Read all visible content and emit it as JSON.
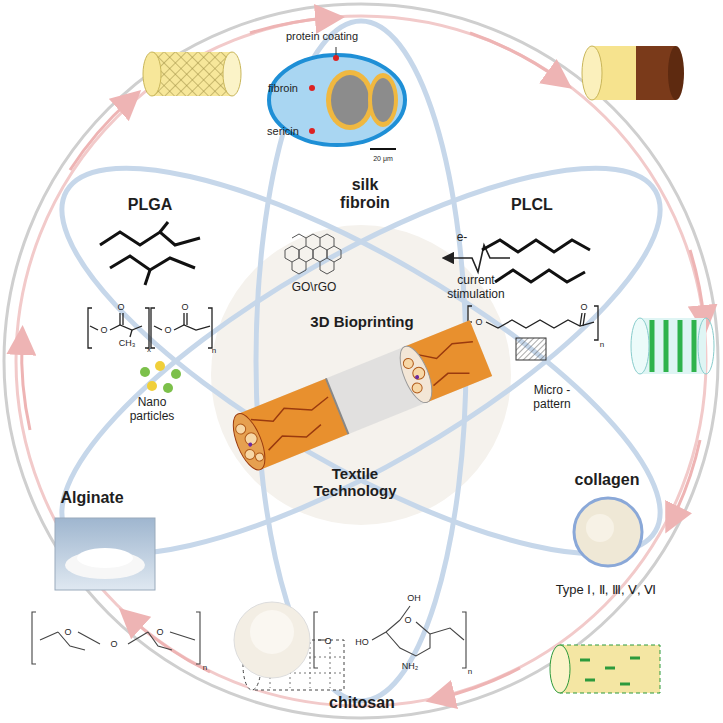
{
  "diagram": {
    "labels": [
      "protein coating",
      "fibroin",
      "sericin",
      "20 μm",
      "silk fibroin",
      "PLGA",
      "CH₃",
      "x",
      "O",
      "O",
      "O",
      "O",
      "n",
      "GO\\rGO",
      "e-",
      "current stimulation",
      "PLCL",
      "O",
      "O",
      "n",
      "3D Bioprinting",
      "Nano particles",
      "Micro -pattern",
      "Textile Technology",
      "Alginate",
      "O",
      "O",
      "O",
      "n",
      "collagen",
      "Type Ⅰ, Ⅱ, Ⅲ, Ⅴ, Ⅵ",
      "chitosan",
      "OH",
      "O",
      "HO",
      "O",
      "NH₂",
      "n"
    ]
  }
}
